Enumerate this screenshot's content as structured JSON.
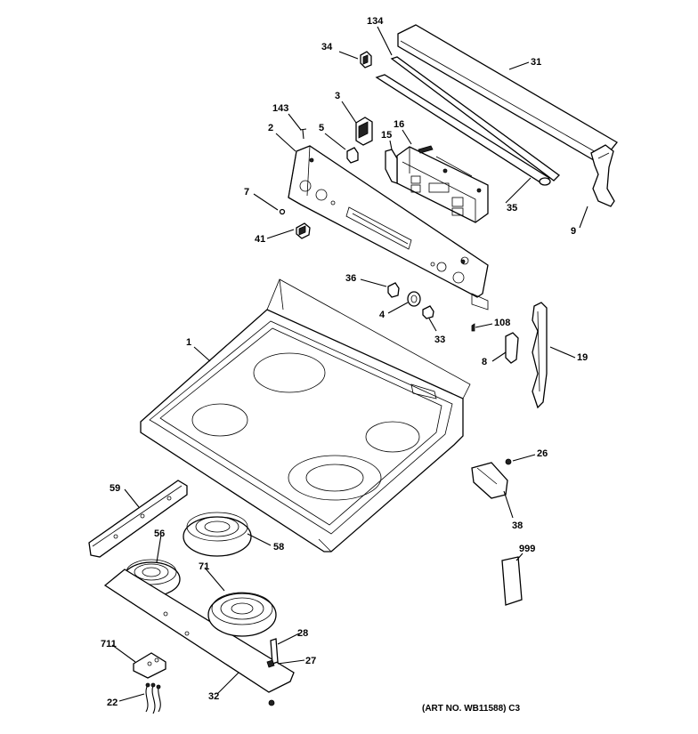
{
  "callouts": [
    {
      "id": "134",
      "label": "134"
    },
    {
      "id": "31",
      "label": "31"
    },
    {
      "id": "34",
      "label": "34"
    },
    {
      "id": "3",
      "label": "3"
    },
    {
      "id": "143",
      "label": "143"
    },
    {
      "id": "16",
      "label": "16"
    },
    {
      "id": "2",
      "label": "2"
    },
    {
      "id": "5",
      "label": "5"
    },
    {
      "id": "15",
      "label": "15"
    },
    {
      "id": "7",
      "label": "7"
    },
    {
      "id": "35",
      "label": "35"
    },
    {
      "id": "9",
      "label": "9"
    },
    {
      "id": "41",
      "label": "41"
    },
    {
      "id": "36",
      "label": "36"
    },
    {
      "id": "4",
      "label": "4"
    },
    {
      "id": "33",
      "label": "33"
    },
    {
      "id": "108",
      "label": "108"
    },
    {
      "id": "1",
      "label": "1"
    },
    {
      "id": "8",
      "label": "8"
    },
    {
      "id": "19",
      "label": "19"
    },
    {
      "id": "26",
      "label": "26"
    },
    {
      "id": "38",
      "label": "38"
    },
    {
      "id": "59",
      "label": "59"
    },
    {
      "id": "56a",
      "label": "56"
    },
    {
      "id": "58",
      "label": "58"
    },
    {
      "id": "999",
      "label": "999"
    },
    {
      "id": "71",
      "label": "71"
    },
    {
      "id": "28",
      "label": "28"
    },
    {
      "id": "711",
      "label": "711"
    },
    {
      "id": "27",
      "label": "27"
    },
    {
      "id": "22",
      "label": "22"
    },
    {
      "id": "32",
      "label": "32"
    }
  ],
  "art_note": "(ART NO. WB11588) C3"
}
